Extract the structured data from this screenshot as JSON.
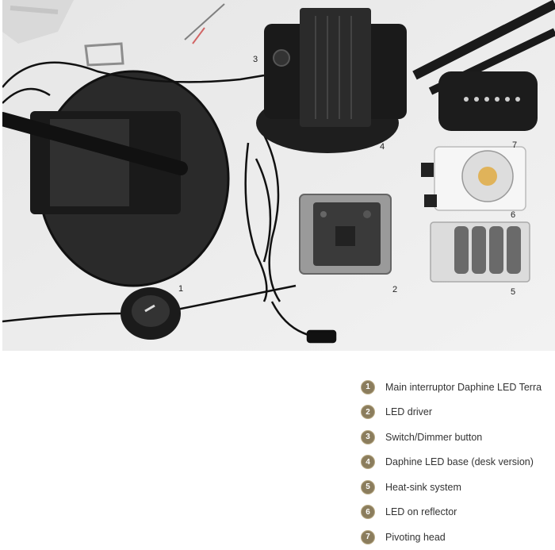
{
  "photo": {
    "callouts": [
      "1",
      "2",
      "3",
      "4",
      "5",
      "6",
      "7"
    ]
  },
  "legend": [
    {
      "number": "1",
      "label": "Main interruptor Daphine LED Terra"
    },
    {
      "number": "2",
      "label": "LED driver"
    },
    {
      "number": "3",
      "label": "Switch/Dimmer button"
    },
    {
      "number": "4",
      "label": "Daphine LED base (desk version)"
    },
    {
      "number": "5",
      "label": "Heat-sink system"
    },
    {
      "number": "6",
      "label": "LED on reflector"
    },
    {
      "number": "7",
      "label": "Pivoting head"
    }
  ],
  "colors": {
    "badge": "#8b7d5d",
    "photo_background": "#ececec"
  }
}
